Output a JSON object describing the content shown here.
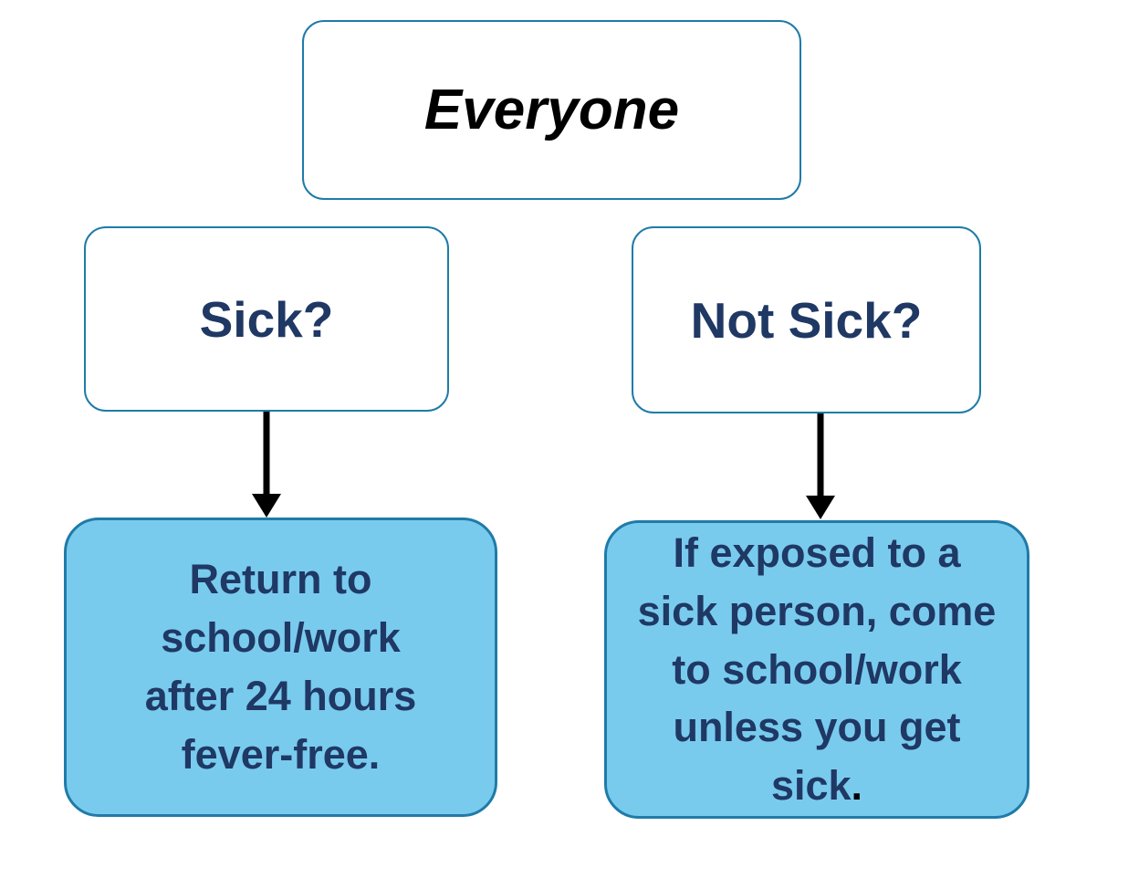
{
  "colors": {
    "box_border": "#1f7ba8",
    "result_fill": "#79cbee",
    "navy_text": "#1f3864",
    "black": "#000000",
    "background": "#ffffff"
  },
  "diagram": {
    "type": "flowchart",
    "root": {
      "label": "Everyone"
    },
    "branches": {
      "sick": {
        "label": "Sick?"
      },
      "not_sick": {
        "label": "Not Sick?"
      }
    },
    "results": {
      "sick_result": {
        "lines": [
          "Return to",
          "school/work",
          "after 24 hours",
          "fever-free."
        ]
      },
      "not_sick_result": {
        "lines": [
          "If exposed to a",
          "sick person, come",
          "to school/work",
          "unless you get"
        ],
        "last_word": "sick",
        "trailing_period": "."
      }
    },
    "connectors": [
      {
        "from": "sick",
        "to": "sick_result",
        "style": "black-down-arrow"
      },
      {
        "from": "not_sick",
        "to": "not_sick_result",
        "style": "black-down-arrow"
      }
    ]
  }
}
